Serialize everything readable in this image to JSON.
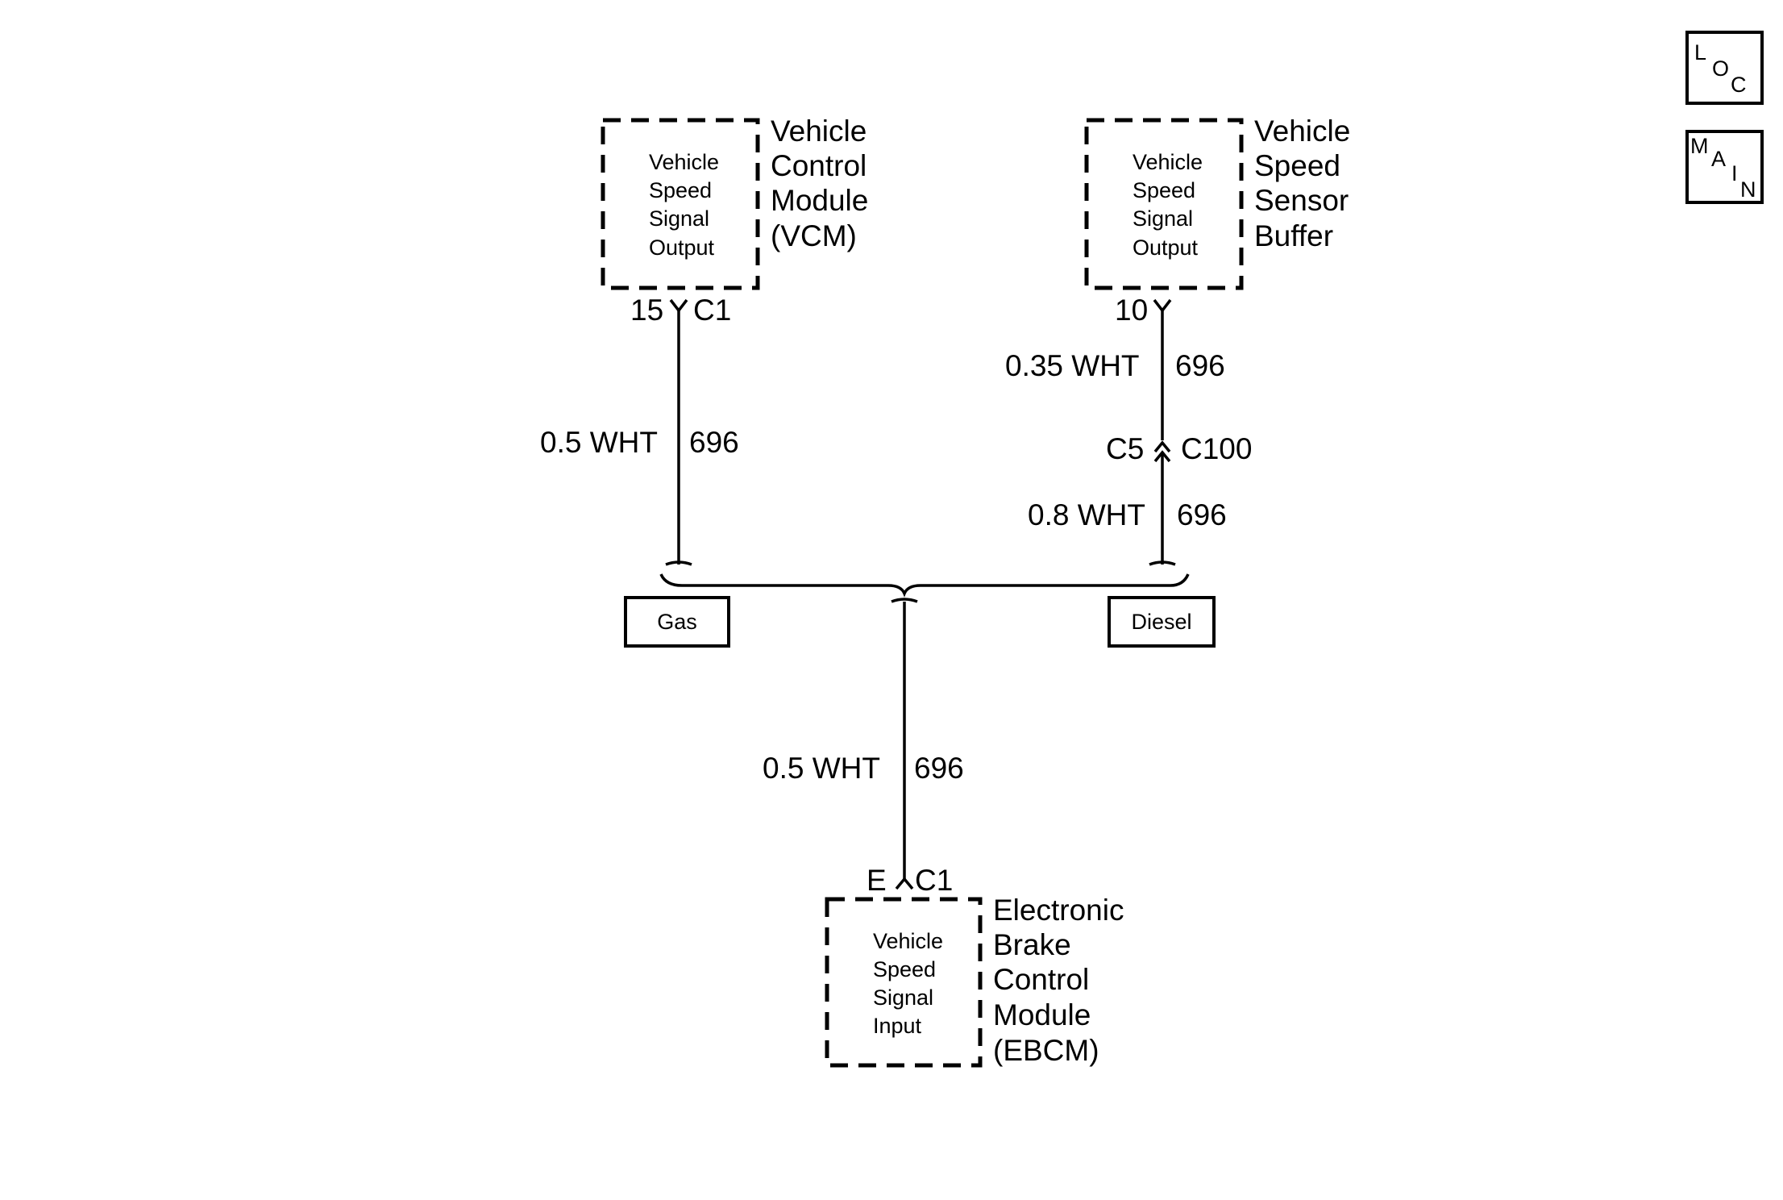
{
  "nav_buttons": {
    "loc": [
      "L",
      "O",
      "C"
    ],
    "main": [
      "M",
      "A",
      "I",
      "N"
    ]
  },
  "modules": {
    "vcm": {
      "inner": [
        "Vehicle",
        "Speed",
        "Signal",
        "Output"
      ],
      "label": [
        "Vehicle",
        "Control",
        "Module",
        "(VCM)"
      ],
      "pin": "15",
      "connector": "C1"
    },
    "vssb": {
      "inner": [
        "Vehicle",
        "Speed",
        "Signal",
        "Output"
      ],
      "label": [
        "Vehicle",
        "Speed",
        "Sensor",
        "Buffer"
      ],
      "pin": "10"
    },
    "ebcm": {
      "inner": [
        "Vehicle",
        "Speed",
        "Signal",
        "Input"
      ],
      "label": [
        "Electronic",
        "Brake",
        "Control",
        "Module",
        "(EBCM)"
      ],
      "pin": "E",
      "connector": "C1"
    }
  },
  "wires": {
    "vcm_wire": {
      "spec": "0.5 WHT",
      "circuit": "696"
    },
    "vssb_upper": {
      "spec": "0.35 WHT",
      "circuit": "696"
    },
    "vssb_lower": {
      "spec": "0.8 WHT",
      "circuit": "696"
    },
    "ebcm_wire": {
      "spec": "0.5 WHT",
      "circuit": "696"
    }
  },
  "inline_connector": {
    "left": "C5",
    "right": "C100"
  },
  "options": {
    "gas": "Gas",
    "diesel": "Diesel"
  }
}
